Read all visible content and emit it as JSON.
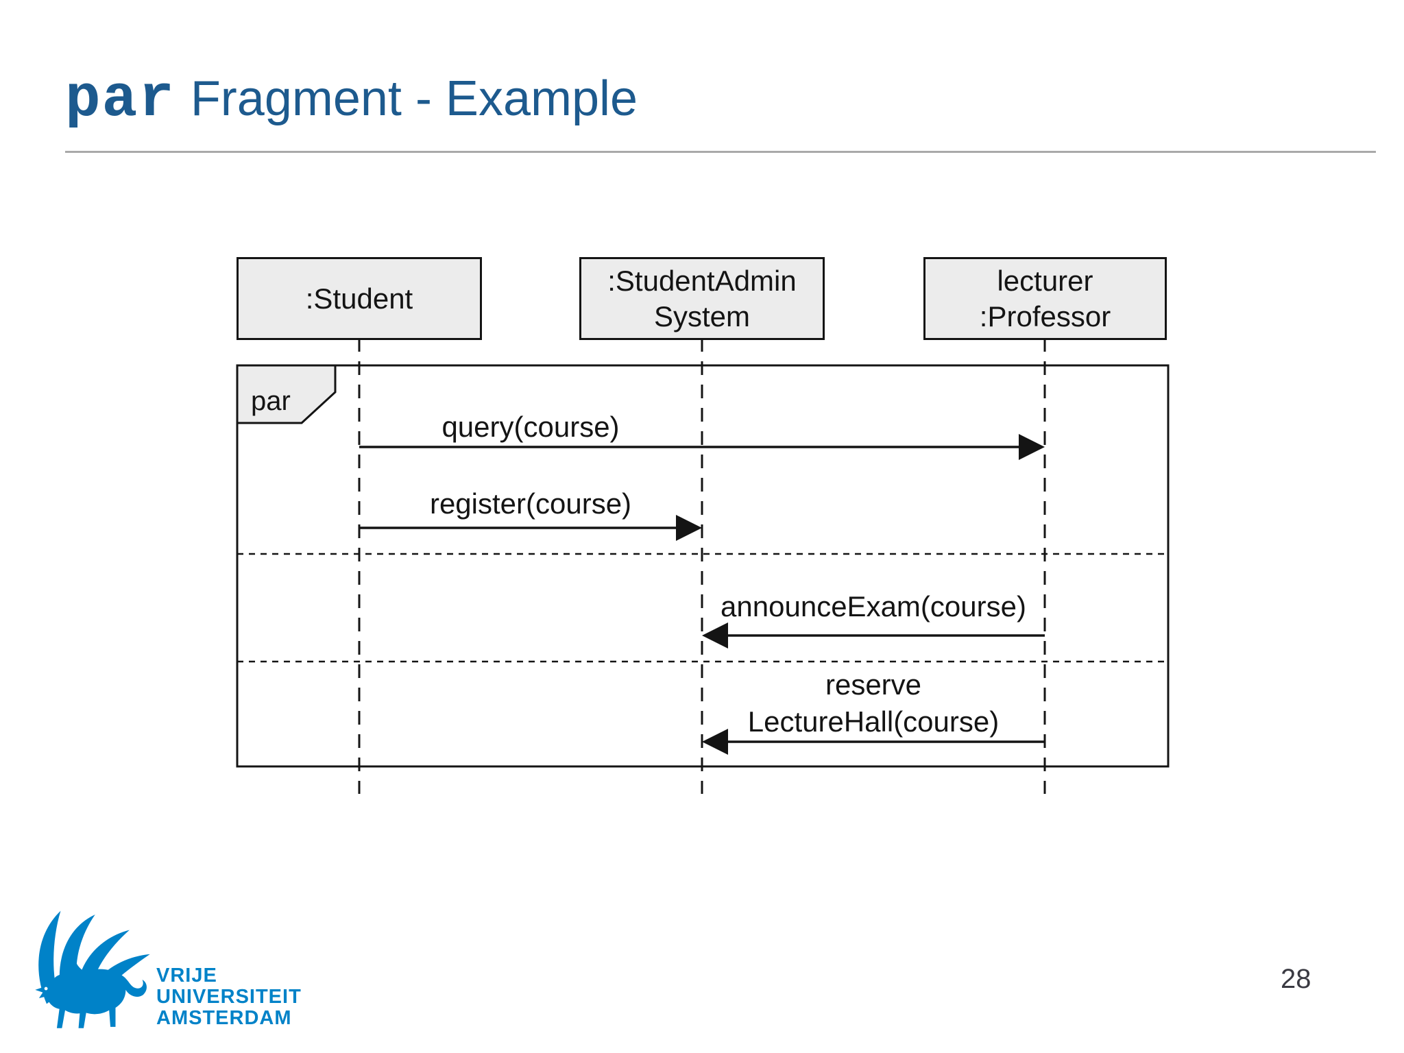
{
  "slide": {
    "title": {
      "keyword": "par",
      "rest": "Fragment - Example"
    },
    "page_number": "28"
  },
  "diagram": {
    "type": "uml-sequence-diagram",
    "fragment": {
      "operator": "par",
      "sections": 3
    },
    "lifelines": [
      {
        "label": ":Student"
      },
      {
        "label_line1": ":StudentAdmin",
        "label_line2": "System"
      },
      {
        "label_line1": "lecturer",
        "label_line2": ":Professor"
      }
    ],
    "messages": [
      {
        "label": "query(course)",
        "from": ":Student",
        "to": "lecturer :Professor"
      },
      {
        "label": "register(course)",
        "from": ":Student",
        "to": ":StudentAdmin System"
      },
      {
        "label": "announceExam(course)",
        "from": "lecturer :Professor",
        "to": ":StudentAdmin System"
      },
      {
        "label_line1": "reserve",
        "label_line2": "LectureHall(course)",
        "from": "lecturer :Professor",
        "to": ":StudentAdmin System"
      }
    ]
  },
  "footer": {
    "logo_line1": "VRIJE",
    "logo_line2": "UNIVERSITEIT",
    "logo_line3": "AMSTERDAM"
  },
  "colors": {
    "title_blue": "#1d5a8e",
    "vu_blue": "#0082c8",
    "box_fill": "#ececec",
    "line_black": "#141414",
    "rule_gray": "#a9a9a9",
    "page_gray": "#3a3a42"
  }
}
